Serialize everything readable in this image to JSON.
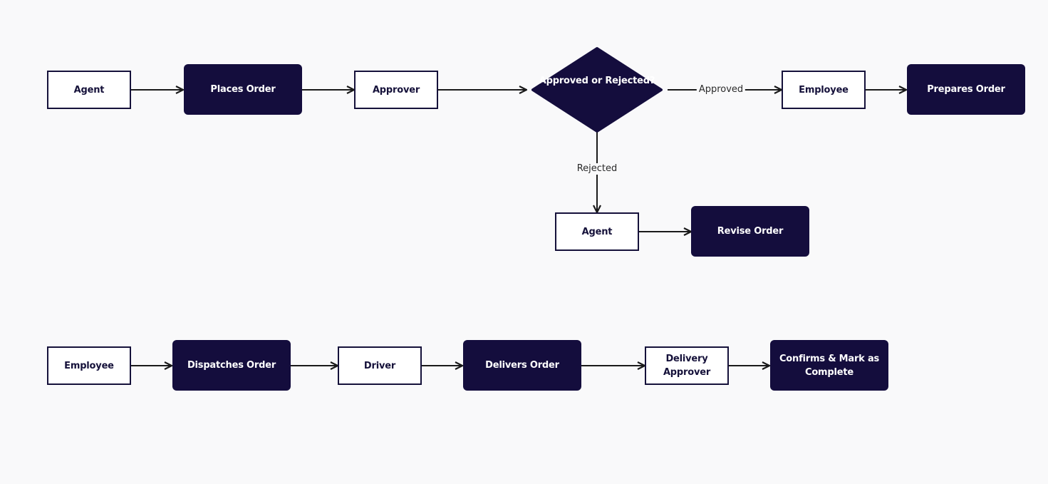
{
  "diagram": {
    "row1": {
      "agent": "Agent",
      "places_order": "Places Order",
      "approver": "Approver",
      "decision": "Approved or Rejected?",
      "approved_label": "Approved",
      "employee": "Employee",
      "prepares_order": "Prepares Order"
    },
    "reject_branch": {
      "rejected_label": "Rejected",
      "agent": "Agent",
      "revise_order": "Revise Order"
    },
    "row2": {
      "employee": "Employee",
      "dispatches_order": "Dispatches Order",
      "driver": "Driver",
      "delivers_order": "Delivers Order",
      "delivery_approver": "Delivery Approver",
      "confirms_complete": "Confirms & Mark as Complete"
    },
    "colors": {
      "actor_fill": "#ffffff",
      "actor_border": "#15113a",
      "action_fill": "#140d3d",
      "arrow": "#1a1a1a",
      "background": "#f9f9fa"
    }
  }
}
